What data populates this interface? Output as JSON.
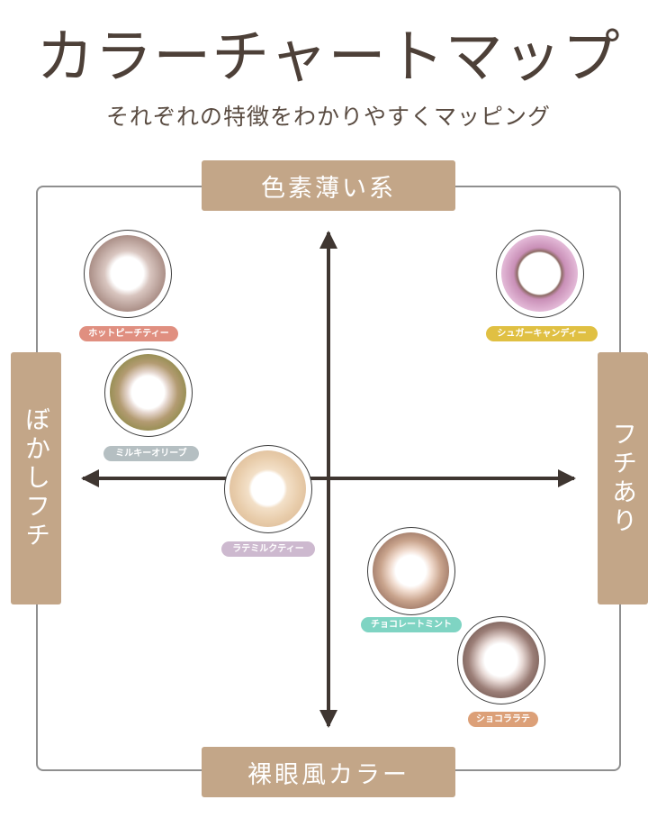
{
  "header": {
    "title": "カラーチャートマップ",
    "subtitle": "それぞれの特徴をわかりやすくマッピング"
  },
  "axes": {
    "top": "色素薄い系",
    "bottom": "裸眼風カラー",
    "left": "ぼかしフチ",
    "right": "フチあり"
  },
  "lenses": [
    {
      "name": "ホットピーチティー",
      "tag_color": "#e08f80",
      "ring_color": "#b39a92"
    },
    {
      "name": "シュガーキャンディー",
      "tag_color": "#e0c043",
      "ring_color": "#d3a8cf"
    },
    {
      "name": "ミルキーオリーブ",
      "tag_color": "#b5bfc2",
      "ring_color": "#9f8f55"
    },
    {
      "name": "ラテミルクティー",
      "tag_color": "#cdb9cf",
      "ring_color": "#e3c9a5"
    },
    {
      "name": "チョコレートミント",
      "tag_color": "#7fd4c3",
      "ring_color": "#b08a74"
    },
    {
      "name": "ショコララテ",
      "tag_color": "#dca078",
      "ring_color": "#86675d"
    }
  ],
  "colors": {
    "axis_box": "#c3a688",
    "arrow": "#3f3631",
    "frame": "#8f8f8f"
  }
}
